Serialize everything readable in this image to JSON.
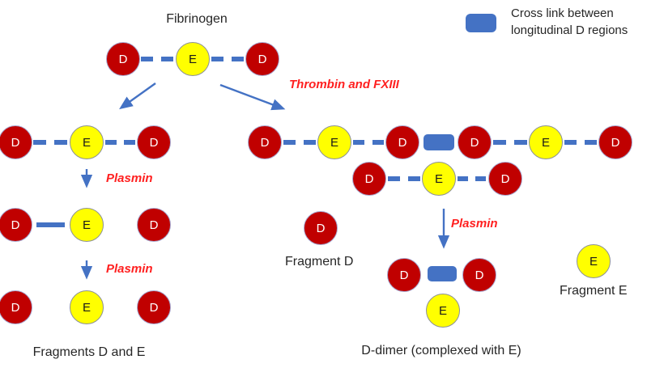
{
  "title": "Fibrinogen",
  "legend": {
    "line1": "Cross link between",
    "line2": "longitudinal D regions",
    "swatch_color": "#4472C4"
  },
  "labels": {
    "thrombin": "Thrombin and FXIII",
    "plasmin": "Plasmin",
    "fragments_de": "Fragments D and E",
    "fragment_d": "Fragment D",
    "fragment_e": "Fragment E",
    "ddimer": "D-dimer (complexed with E)"
  },
  "letters": {
    "d": "D",
    "e": "E"
  },
  "colors": {
    "d_region_fill": "#C00000",
    "e_region_fill": "#FFFF00",
    "link_blue": "#4472C4",
    "enzyme_text_red": "#FF2020",
    "label_text": "#262626"
  }
}
